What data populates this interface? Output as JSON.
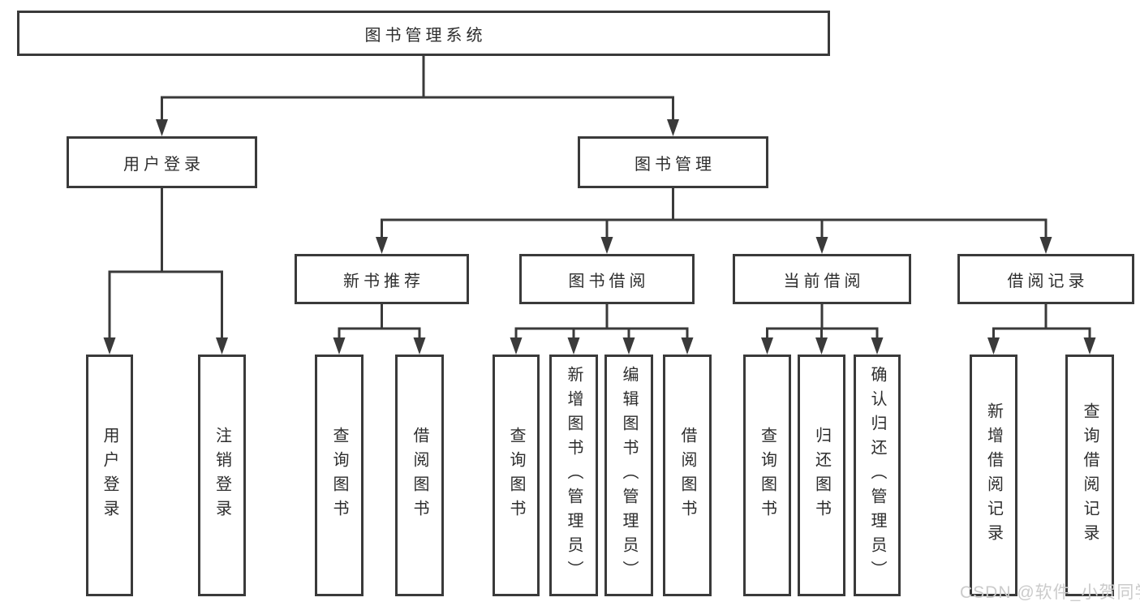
{
  "tree": {
    "label": "图书管理系统",
    "children": [
      {
        "label": "用户登录",
        "children": [
          {
            "label": "用户登录"
          },
          {
            "label": "注销登录"
          }
        ]
      },
      {
        "label": "图书管理",
        "children": [
          {
            "label": "新书推荐",
            "children": [
              {
                "label": "查询图书"
              },
              {
                "label": "借阅图书"
              }
            ]
          },
          {
            "label": "图书借阅",
            "children": [
              {
                "label": "查询图书"
              },
              {
                "label": "新增图书（管理员）"
              },
              {
                "label": "编辑图书（管理员）"
              },
              {
                "label": "借阅图书"
              }
            ]
          },
          {
            "label": "当前借阅",
            "children": [
              {
                "label": "查询图书"
              },
              {
                "label": "归还图书"
              },
              {
                "label": "确认归还（管理员）"
              }
            ]
          },
          {
            "label": "借阅记录",
            "children": [
              {
                "label": "新增借阅记录"
              },
              {
                "label": "查询借阅记录"
              }
            ]
          }
        ]
      }
    ]
  },
  "watermark": {
    "text": "CSDN @软件_小贺同学",
    "color": "#cbcbcb"
  },
  "colors": {
    "line": "#3a3a3a",
    "box_border": "#3a3a3a",
    "box_fill": "#ffffff",
    "text": "#2d2d2d",
    "background": "#ffffff"
  }
}
